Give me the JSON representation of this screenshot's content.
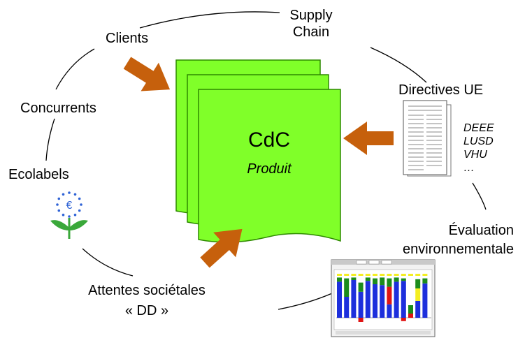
{
  "diagram": {
    "center": {
      "title": "CdC",
      "subtitle": "Produit"
    },
    "labels": {
      "clients": "Clients",
      "supply_chain_line1": "Supply",
      "supply_chain_line2": "Chain",
      "directives": "Directives UE",
      "concurrents": "Concurrents",
      "ecolabels": "Ecolabels",
      "evaluation_line1": "Évaluation",
      "evaluation_line2": "environnementale",
      "attentes_line1": "Attentes sociétales",
      "attentes_line2": "« DD »"
    },
    "directive_list": [
      "DEEE",
      "LUSD",
      "VHU",
      "…"
    ]
  },
  "colors": {
    "document_fill": "#80ff29",
    "document_stroke": "#2e8a00",
    "arrow": "#c6600c",
    "bar_blue": "#1d2fdc",
    "bar_green": "#1c8c1c",
    "bar_red": "#e01414",
    "bar_yellow": "#f4ee22"
  },
  "icons": [
    "eu-ecolabel-flower-icon",
    "directive-document-icon",
    "lca-chart-screenshot-icon"
  ]
}
